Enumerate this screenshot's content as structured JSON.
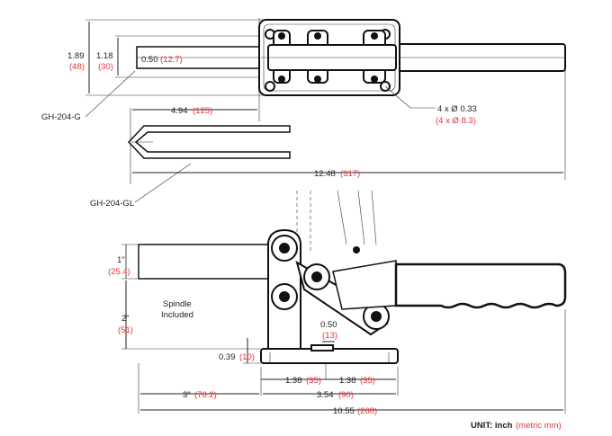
{
  "labels": {
    "h_overall": "1.89",
    "h_overall_mm": "(48)",
    "h_mid": "1.18",
    "h_mid_mm": "(30)",
    "h_inner": "0.50",
    "h_inner_mm": "(12.7)",
    "model_g": "GH-204-G",
    "holes": "4 x Ø 0.33",
    "holes_mm": "(4 x Ø 8.3)",
    "open_len": "4.94",
    "open_len_mm": "(125)",
    "total_len": "12.48",
    "total_len_mm": "(317)",
    "model_gl": "GH-204-GL",
    "dim_1in": "1\"",
    "dim_1in_mm": "(25.4)",
    "dim_2in": "2\"",
    "dim_2in_mm": "(51)",
    "spindle_1": "Spindle",
    "spindle_2": "Included",
    "base_h": "0.39",
    "base_h_mm": "(10)",
    "slot": "0.50",
    "slot_mm": "(13)",
    "hole_sp_a": "1.38",
    "hole_sp_a_mm": "(35)",
    "hole_sp_b": "1.38",
    "hole_sp_b_mm": "(35)",
    "stroke": "3\"",
    "stroke_mm": "(76.2)",
    "base_len": "3.54",
    "base_len_mm": "(90)",
    "overall_len": "10.55",
    "overall_len_mm": "(268)",
    "unit_label": "UNIT: inch",
    "unit_mm": "(metric mm)"
  },
  "colors": {
    "metric": "#e8323a",
    "ink": "#222222"
  }
}
